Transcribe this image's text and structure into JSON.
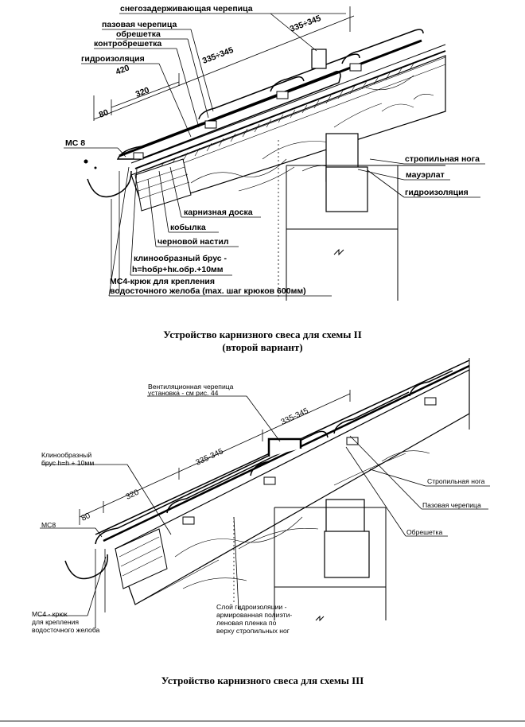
{
  "figure1": {
    "labels": {
      "snow_tile": "снегозадерживающая черепица",
      "groove_tile": "пазовая черепица",
      "batten": "обрешетка",
      "counter_batten": "контробрешетка",
      "waterproofing_top": "гидроизоляция",
      "mc8": "MC 8",
      "rafter": "стропильная нога",
      "mauerlat": "мауэрлат",
      "waterproofing_right": "гидроизоляция",
      "eaves_board": "карнизная доска",
      "kobylka": "кобылка",
      "rough_deck": "черновой настил",
      "wedge_line1": "клинообразный брус -",
      "wedge_line2": "h=hобр+hк.обр.+10мм",
      "hook_line1": "MC4-крюк для крепления",
      "hook_line2": "водосточного желоба (max. шаг крюков 600мм)"
    },
    "dimensions": {
      "d80": "80",
      "d320": "320",
      "d420": "420",
      "d335a": "335÷345",
      "d335b": "335÷345"
    },
    "caption_line1": "Устройство карнизного свеса для схемы II",
    "caption_line2": "(второй вариант)"
  },
  "figure2": {
    "labels": {
      "vent_line1": "Вентиляционная черепица",
      "vent_line2": "установка - см  рис. 44",
      "wedge_line1": "Клинообразный",
      "wedge_line2": "брус h=h     + 10мм",
      "mc8": "MC8",
      "rafter": "Стропильная нога",
      "groove_tile": "Пазовая черепица",
      "batten": "Обрешетка",
      "hook_line1": "MC4 - крюк",
      "hook_line2": "для крепления",
      "hook_line3": "водосточного желоба",
      "film_line1": "Слой гидроизоляции -",
      "film_line2": "армированная полиэти-",
      "film_line3": "леновая пленка по",
      "film_line4": "верху стропильных ног"
    },
    "dimensions": {
      "d80": "80",
      "d320": "320",
      "d335a": "335-345",
      "d335b": "335-345"
    },
    "caption": "Устройство карнизного свеса для схемы III"
  }
}
